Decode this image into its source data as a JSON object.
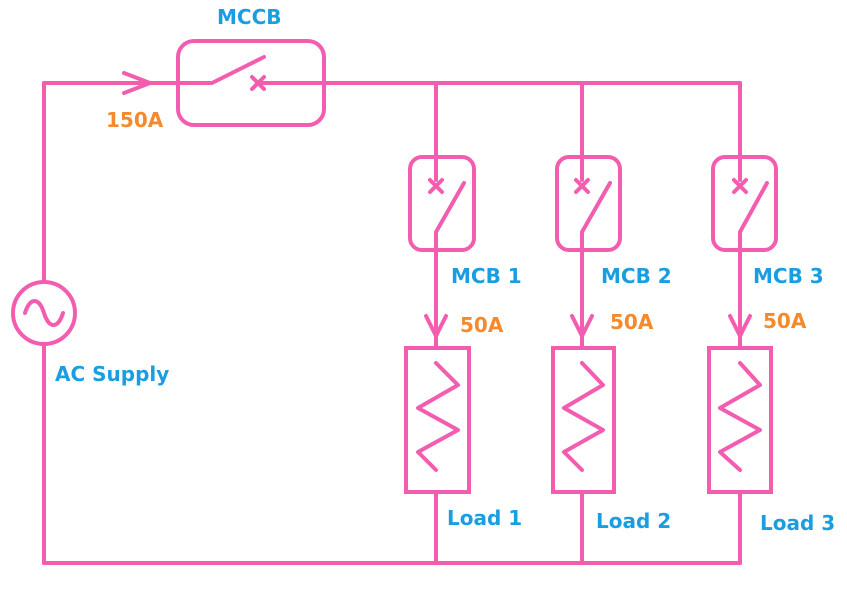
{
  "colors": {
    "wire": "#f25db0",
    "label": "#1a9ee0",
    "current": "#f58a2c"
  },
  "source": {
    "label": "AC Supply",
    "icon": "ac-source-icon"
  },
  "main_breaker": {
    "label": "MCCB",
    "current": "150A"
  },
  "branches": [
    {
      "breaker_label": "MCB 1",
      "current": "50A",
      "load_label": "Load 1"
    },
    {
      "breaker_label": "MCB 2",
      "current": "50A",
      "load_label": "Load 2"
    },
    {
      "breaker_label": "MCB 3",
      "current": "50A",
      "load_label": "Load 3"
    }
  ]
}
